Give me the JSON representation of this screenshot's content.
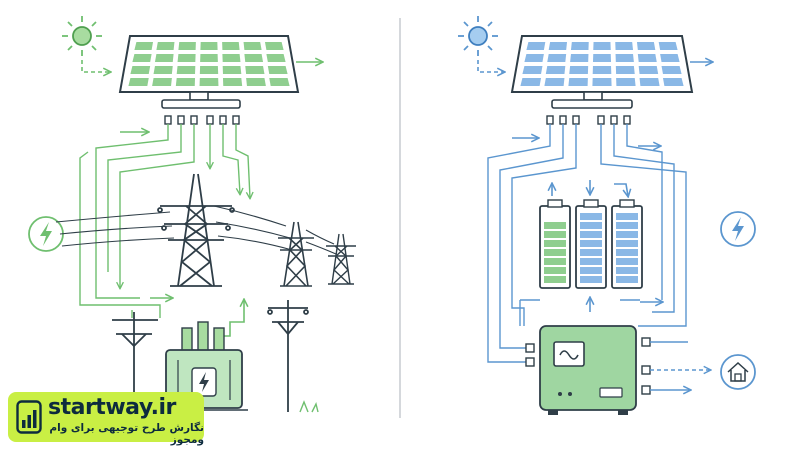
{
  "brand": {
    "name": "startway.ir",
    "tagline": "نگارش طرح توجیهی برای وام ومجوز"
  },
  "icons": {
    "left_sun": "sun-icon",
    "right_sun": "sun-icon",
    "left_lightning": "lightning-icon",
    "right_lightning": "lightning-icon",
    "home": "house-icon",
    "inverter_display": "ac-wave-icon",
    "transformer_symbol": "lightning-icon",
    "brand_logo": "growth-chart-icon"
  },
  "colors": {
    "outline": "#2f3e48",
    "panel_green": "#8fce8f",
    "panel_blue": "#8ab8e6",
    "line_green": "#6fbf6f",
    "line_blue": "#5b96cf",
    "divider": "#c7ccd0",
    "inverter_fill": "#9fd6a1",
    "brand_bg": "#c9ef44"
  },
  "battery": {
    "cells": [
      {
        "color": "#8fce8f",
        "level": 0.85
      },
      {
        "color": "#8ab8e6",
        "level": 0.95
      },
      {
        "color": "#8ab8e6",
        "level": 0.95
      }
    ]
  }
}
